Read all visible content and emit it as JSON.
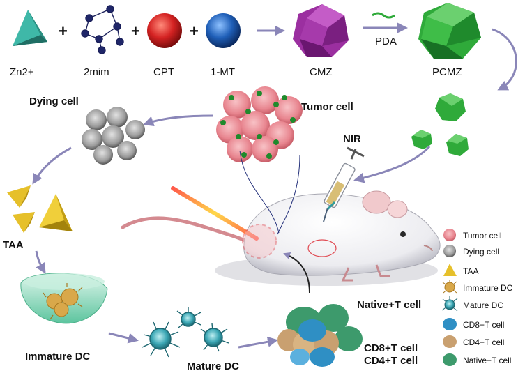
{
  "reagents": {
    "zn": "Zn2+",
    "mim": "2mim",
    "cpt": "CPT",
    "mt": "1-MT",
    "cmz": "CMZ",
    "pda": "PDA",
    "pcmz": "PCMZ"
  },
  "operators": {
    "plus": "+"
  },
  "cells": {
    "dying": "Dying cell",
    "tumor": "Tumor cell",
    "nir": "NIR",
    "taa": "TAA",
    "immature_dc": "Immature DC",
    "mature_dc": "Mature DC",
    "native_t": "Native+T cell",
    "cd8": "CD8+T cell",
    "cd4": "CD4+T cell"
  },
  "legend": [
    {
      "label": "Tumor cell",
      "color": "#e8858f",
      "icon": "tumor-cell-icon"
    },
    {
      "label": "Dying cell",
      "color": "#b9b9b9",
      "icon": "dying-cell-icon"
    },
    {
      "label": "TAA",
      "color": "#e6c02a",
      "icon": "taa-triangle-icon"
    },
    {
      "label": "Immature DC",
      "color": "#d9a84a",
      "icon": "immature-dc-icon"
    },
    {
      "label": "Mature DC",
      "color": "#3aa6b4",
      "icon": "mature-dc-icon"
    },
    {
      "label": "CD8+T cell",
      "color": "#2f8fc4",
      "icon": "cd8-cell-icon"
    },
    {
      "label": "CD4+T cell",
      "color": "#c9a070",
      "icon": "cd4-cell-icon"
    },
    {
      "label": "Native+T cell",
      "color": "#3d9a6c",
      "icon": "native-t-cell-icon"
    }
  ],
  "colors": {
    "zn": "#3fb8a8",
    "cpt": "#d42222",
    "mt": "#1f5fb8",
    "cmz": "#9b2fa0",
    "pcmz": "#2faa3a",
    "arrow": "#8a86b8",
    "laser": "#e9404a"
  }
}
